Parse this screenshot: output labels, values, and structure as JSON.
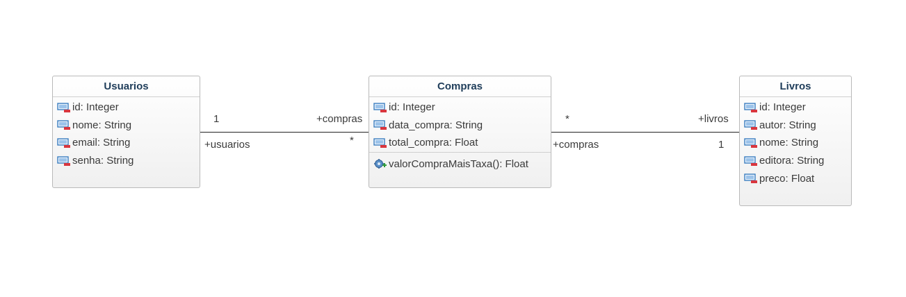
{
  "classes": {
    "usuarios": {
      "name": "Usuarios",
      "attributes": [
        "id: Integer",
        "nome: String",
        "email: String",
        "senha: String"
      ]
    },
    "compras": {
      "name": "Compras",
      "attributes": [
        "id: Integer",
        "data_compra: String",
        "total_compra: Float"
      ],
      "operations": [
        "valorCompraMaisTaxa(): Float"
      ]
    },
    "livros": {
      "name": "Livros",
      "attributes": [
        "id: Integer",
        "autor: String",
        "nome: String",
        "editora: String",
        "preco: Float"
      ]
    }
  },
  "associations": {
    "usuarios_compras": {
      "left_multiplicity": "1",
      "left_role": "+usuarios",
      "right_role": "+compras",
      "right_multiplicity": "*"
    },
    "compras_livros": {
      "left_multiplicity": "*",
      "left_role": "+compras",
      "right_role": "+livros",
      "right_multiplicity": "1"
    }
  },
  "icons": {
    "attribute": "private-attribute-icon",
    "operation": "public-operation-icon"
  },
  "colors": {
    "class_title": "#1f3d5a",
    "private_marker": "#d9363e",
    "attribute_icon": "#3c7fc0",
    "operation_marker": "#2e9b3a"
  }
}
